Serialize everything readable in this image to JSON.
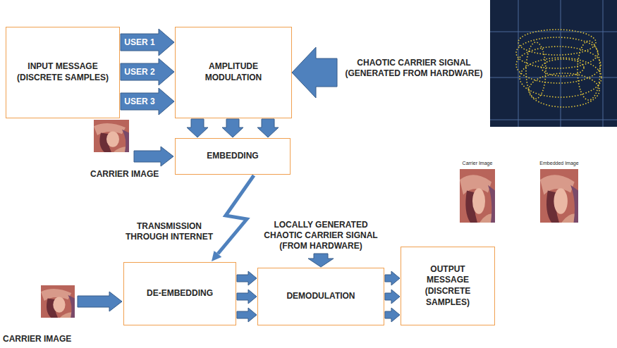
{
  "diagram": {
    "nodes": [
      {
        "text": [
          "INPUT MESSAGE (DISCRETE SAMPLES)"
        ]
      },
      {
        "text": [
          "AMPLITUDE MODULATION"
        ]
      },
      {
        "text": [
          "EMBEDDING"
        ]
      },
      {
        "text": [
          "DE-EMBEDDING"
        ]
      },
      {
        "text": [
          "DEMODULATION"
        ]
      },
      {
        "text": [
          "OUTPUT MESSAGE (DISCRETE SAMPLES)"
        ]
      }
    ],
    "edges": [
      {
        "from": 0,
        "to": 1,
        "label": "USER 1",
        "arrow": "to"
      },
      {
        "from": 0,
        "to": 1,
        "label": "USER 2",
        "arrow": "to"
      },
      {
        "from": 0,
        "to": 1,
        "label": "USER 3",
        "arrow": "to"
      },
      {
        "from": 1,
        "to": 2,
        "arrow": "to"
      },
      {
        "from": 1,
        "to": 2,
        "arrow": "to"
      },
      {
        "from": 1,
        "to": 2,
        "arrow": "to"
      },
      {
        "from": 2,
        "to": 3,
        "label": "TRANSMISSION THROUGH INTERNET",
        "arrow": "to"
      },
      {
        "from": 3,
        "to": 4,
        "arrow": "to"
      },
      {
        "from": 3,
        "to": 4,
        "arrow": "to"
      },
      {
        "from": 3,
        "to": 4,
        "arrow": "to"
      },
      {
        "from": 4,
        "to": 5,
        "arrow": "to"
      },
      {
        "from": 4,
        "to": 5,
        "arrow": "to"
      },
      {
        "from": 4,
        "to": 5,
        "arrow": "to"
      }
    ],
    "labels": [
      "CHAOTIC CARRIER SIGNAL (GENERATED FROM HARDWARE)",
      "CARRIER IMAGE",
      "Carrier Image",
      "Embedded Image",
      "LOCALLY GENERATED CHAOTIC CARRIER SIGNAL (FROM HARDWARE)",
      "CARRIER IMAGE"
    ]
  }
}
